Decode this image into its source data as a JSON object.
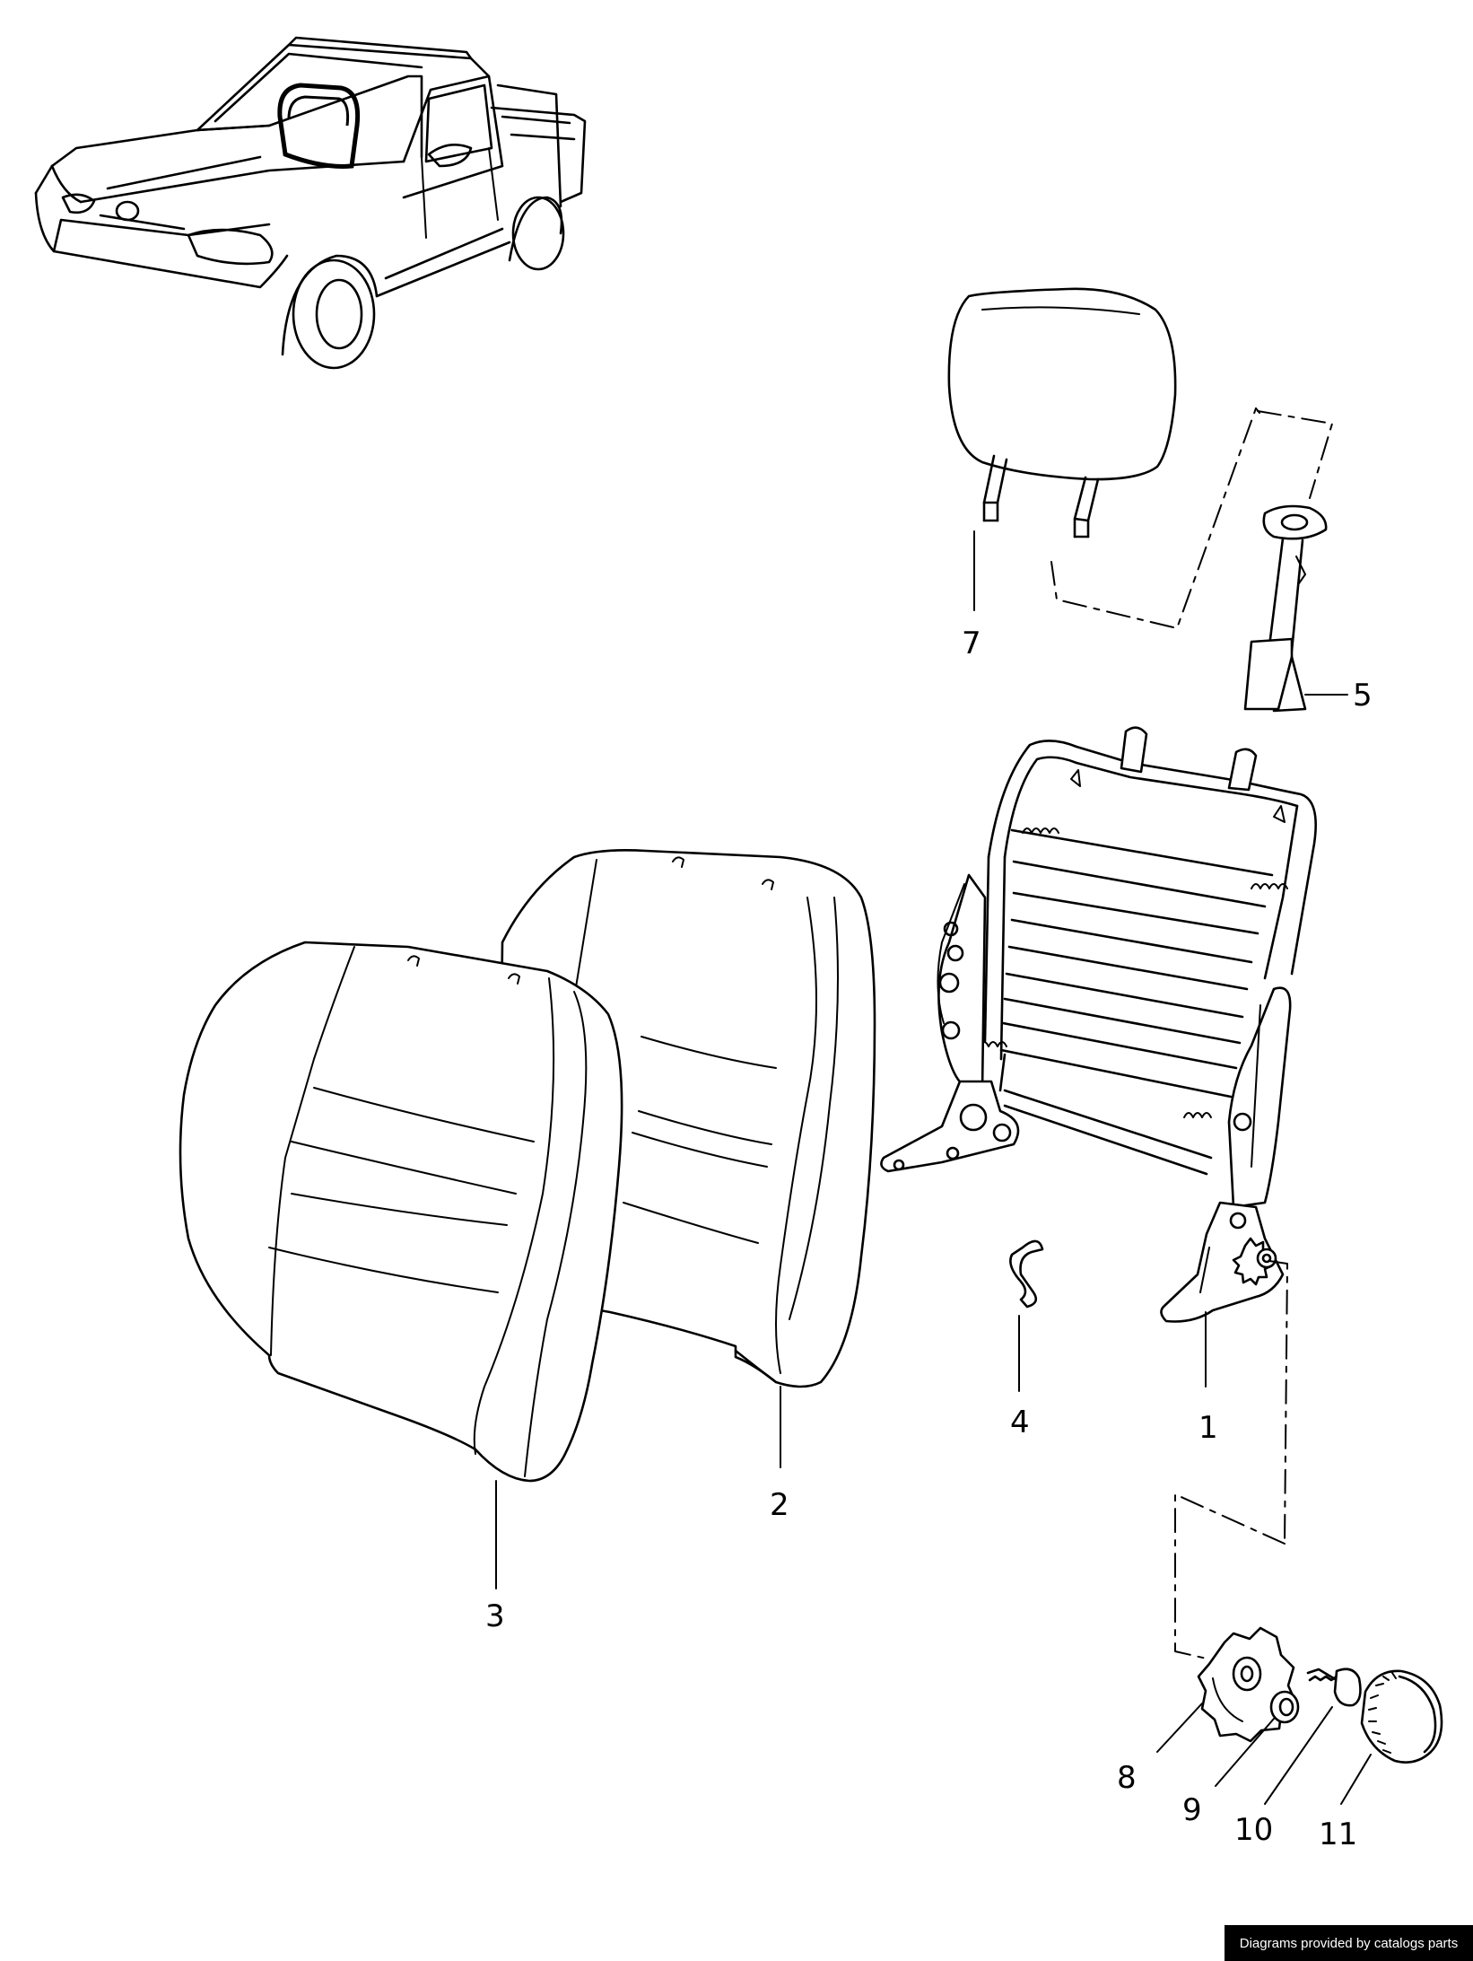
{
  "labels": {
    "p1": "1",
    "p2": "2",
    "p3": "3",
    "p4": "4",
    "p5": "5",
    "p7": "7",
    "p8": "8",
    "p9": "9",
    "p10": "10",
    "p11": "11"
  },
  "footer": {
    "credit": "Diagrams provided by catalogs parts"
  }
}
